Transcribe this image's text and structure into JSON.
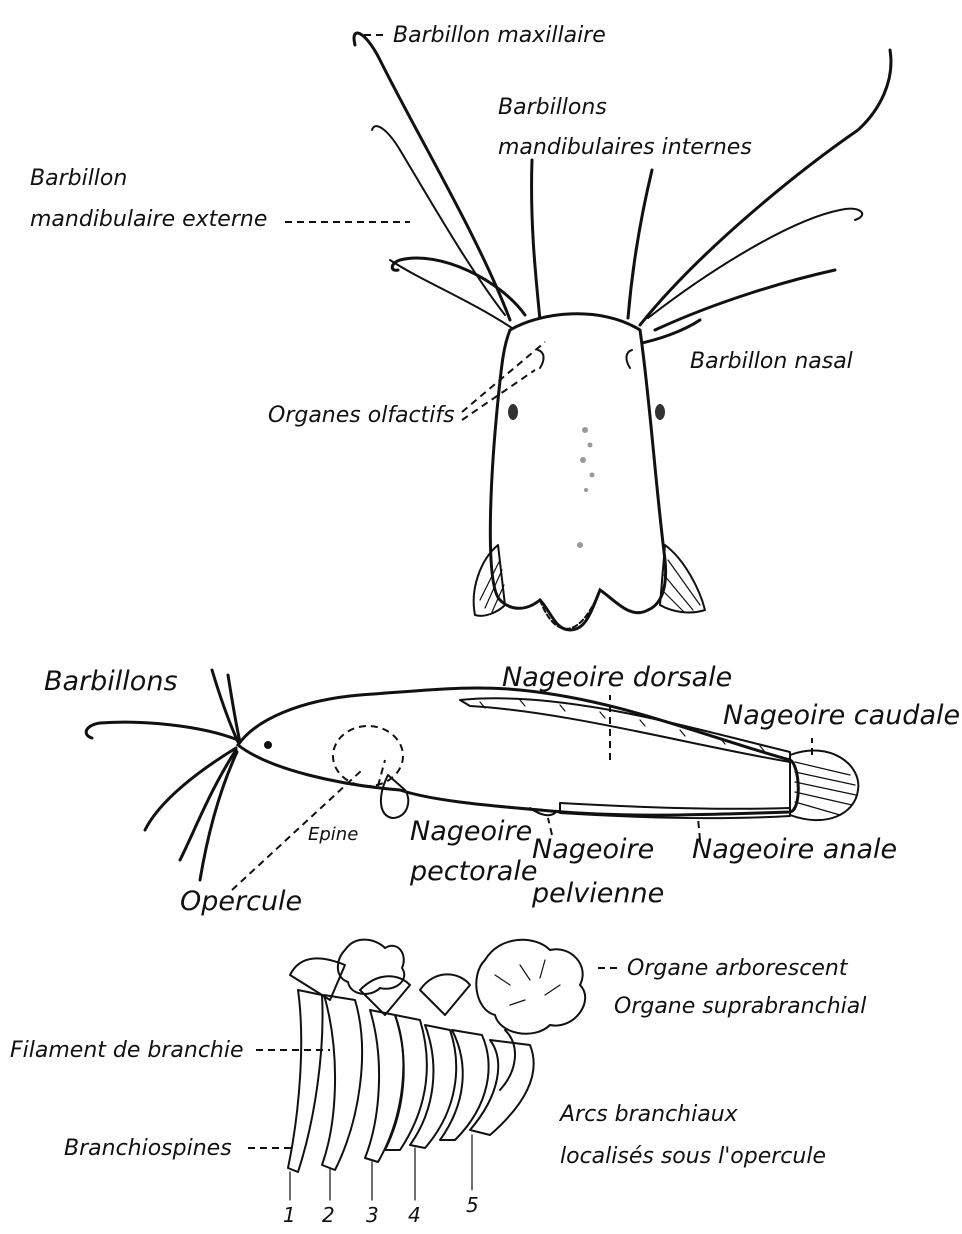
{
  "head_view": {
    "barbillon_maxillaire": "Barbillon maxillaire",
    "barbillons_mandibulaires_internes_1": "Barbillons",
    "barbillons_mandibulaires_internes_2": "mandibulaires internes",
    "barbillon_mandibulaire_externe_1": "Barbillon",
    "barbillon_mandibulaire_externe_2": "mandibulaire externe",
    "barbillon_nasal": "Barbillon nasal",
    "organes_olfactifs": "Organes olfactifs"
  },
  "side_view": {
    "barbillons": "Barbillons",
    "nageoire_dorsale": "Nageoire dorsale",
    "nageoire_caudale": "Nageoire caudale",
    "epine": "Epine",
    "nageoire_pectorale_1": "Nageoire",
    "nageoire_pectorale_2": "pectorale",
    "nageoire_pelvienne_1": "Nageoire",
    "nageoire_pelvienne_2": "pelvienne",
    "nageoire_anale": "Nageoire anale",
    "opercule": "Opercule"
  },
  "gill_view": {
    "organe_arborescent": "Organe arborescent",
    "organe_suprabranchial": "Organe suprabranchial",
    "filament_de_branchie": "Filament de branchie",
    "branchiospines": "Branchiospines",
    "arcs_branchiaux_1": "Arcs branchiaux",
    "arcs_branchiaux_2": "localisés sous l'opercule",
    "arch_numbers": [
      "1",
      "2",
      "3",
      "4",
      "5"
    ]
  }
}
